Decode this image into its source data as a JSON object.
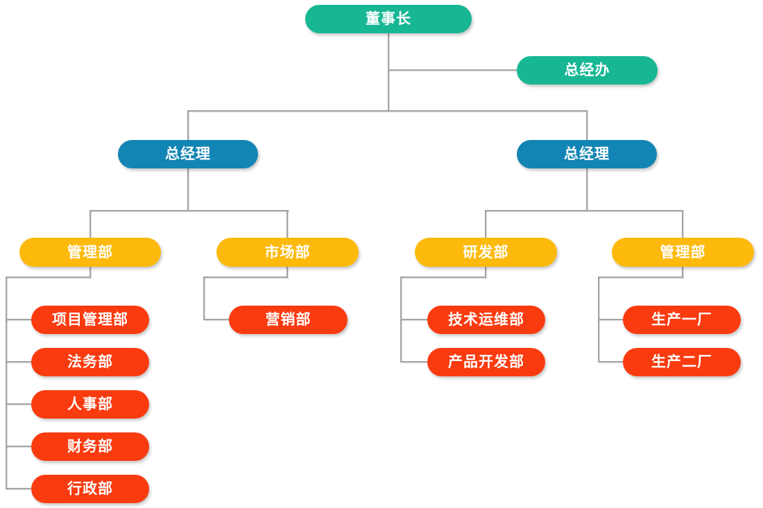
{
  "diagram_title": "",
  "colors": {
    "teal": "#17b794",
    "blue": "#1385b4",
    "yellow": "#fdba0d",
    "red": "#fa3b10",
    "line": "#a5a5a5",
    "text": "#ffffff",
    "background": "#ffffff"
  },
  "nodes": {
    "chairman": {
      "label": "董事长",
      "color": "teal"
    },
    "gm_office": {
      "label": "总经办",
      "color": "teal"
    },
    "gm_left": {
      "label": "总经理",
      "color": "blue"
    },
    "gm_right": {
      "label": "总经理",
      "color": "blue"
    },
    "dept_mgmt_left": {
      "label": "管理部",
      "color": "yellow"
    },
    "dept_market": {
      "label": "市场部",
      "color": "yellow"
    },
    "dept_rd": {
      "label": "研发部",
      "color": "yellow"
    },
    "dept_mgmt_right": {
      "label": "管理部",
      "color": "yellow"
    },
    "project_mgmt": {
      "label": "项目管理部",
      "color": "red"
    },
    "legal": {
      "label": "法务部",
      "color": "red"
    },
    "hr": {
      "label": "人事部",
      "color": "red"
    },
    "finance": {
      "label": "财务部",
      "color": "red"
    },
    "admin": {
      "label": "行政部",
      "color": "red"
    },
    "marketing": {
      "label": "营销部",
      "color": "red"
    },
    "tech_ops": {
      "label": "技术运维部",
      "color": "red"
    },
    "product_dev": {
      "label": "产品开发部",
      "color": "red"
    },
    "plant1": {
      "label": "生产一厂",
      "color": "red"
    },
    "plant2": {
      "label": "生产二厂",
      "color": "red"
    }
  },
  "structure": {
    "root": "chairman",
    "edges": [
      [
        "chairman",
        "gm_office"
      ],
      [
        "chairman",
        "gm_left"
      ],
      [
        "chairman",
        "gm_right"
      ],
      [
        "gm_left",
        "dept_mgmt_left"
      ],
      [
        "gm_left",
        "dept_market"
      ],
      [
        "gm_right",
        "dept_rd"
      ],
      [
        "gm_right",
        "dept_mgmt_right"
      ],
      [
        "dept_mgmt_left",
        "project_mgmt"
      ],
      [
        "dept_mgmt_left",
        "legal"
      ],
      [
        "dept_mgmt_left",
        "hr"
      ],
      [
        "dept_mgmt_left",
        "finance"
      ],
      [
        "dept_mgmt_left",
        "admin"
      ],
      [
        "dept_market",
        "marketing"
      ],
      [
        "dept_rd",
        "tech_ops"
      ],
      [
        "dept_rd",
        "product_dev"
      ],
      [
        "dept_mgmt_right",
        "plant1"
      ],
      [
        "dept_mgmt_right",
        "plant2"
      ]
    ]
  }
}
